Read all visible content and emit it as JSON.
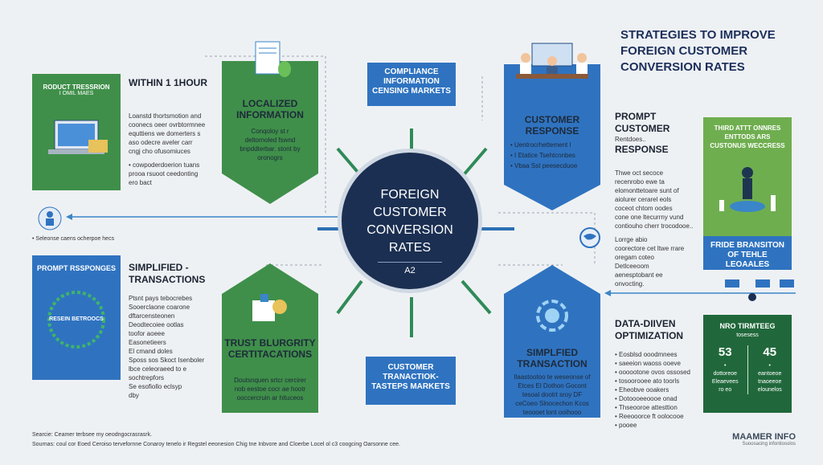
{
  "title": "STRATEGIES TO IMPROVE FOREIGN CUSTOMER CONVERSION RATES",
  "center": {
    "line1": "FOREIGN",
    "line2": "CUSTOMER",
    "line3": "CONVERSION",
    "line4": "RATES",
    "code": "A2"
  },
  "top_left_box": {
    "title": "RODUCT TRESSRION",
    "sub": "I OMIL MAES"
  },
  "within": {
    "title": "WITHIN 1 1HOUR",
    "lines": [
      "Loanstd thortsmotion and",
      "coonecs oeer ovrbtormnee",
      "equttiens we domerters s",
      "aso odecre aveler carr",
      "cngj cho ofusomiuces",
      "• cowpoderdoerion tuans",
      "prooa rsuoot ceedonting",
      "ero bact"
    ]
  },
  "localized": {
    "title": "LOCALIZED INFORMATION",
    "sub": "Conqoloy st r deltornoled fswnd bnpddterbar. stont by oronogrs"
  },
  "compliance": {
    "title": "COMPLIANCE INFORMATION CENSING MARKETS"
  },
  "customer_response": {
    "title": "CUSTOMER RESPONSE",
    "items": [
      "• Uentrocrhettement l",
      "• I Etatice Tsehtcnnbes",
      "• Vbaa Sst peesecduoe"
    ]
  },
  "prompt_right": {
    "title": "PROMPT CUSTOMER",
    "sub": "Rentdoes..",
    "title2": "RESPONSE",
    "lines": [
      "Thwe oct secoce",
      "recenrobo ewe ta",
      "elomonttetoare sunt of",
      "aiolurer cerarel eols",
      "coceot chtom oodes",
      "cone one ltecurrny vund",
      "contiouho cherr trocodooe..",
      "Lorrge abio",
      "coorectore cet ltwe rrare",
      "oregam coteo",
      "Detlceeoom",
      "aenesptobant ee",
      "onvocting."
    ]
  },
  "third_party": {
    "title": "THIRD ATTT ONNRES ENTTODS ARS CUSTONUS WECCRESS"
  },
  "free_transition": {
    "title": "FRIDE BRANSITON OF TEHLE LEOAALES"
  },
  "prompt_left": {
    "title": "PROMPT RSSPONGES",
    "sub": "RESEIN BETROOCS"
  },
  "simplified_left": {
    "title": "SIMPLIFIED - TRANSACTIONS",
    "items": [
      "Ptsnt pays tebocrebes",
      "Sooerclaone coarone",
      "dftarcensteonen",
      "Deodtecoiee ootlas",
      "toofor aoeee",
      "Easonetieers",
      "El cmand doles",
      "Sposs sos Skoct Isenboler",
      "lbce celeoraeed to e",
      "sochtrepfors",
      "Se esofiollo eclsyp",
      "dby"
    ]
  },
  "trust": {
    "title": "TRUST BLURGRITY CERTITACATIONS",
    "sub": "Doutsnquen srtcr cercirer nob eestoe cocr ae hootr ooccercruin ar hituceos"
  },
  "customer_transaction": {
    "title": "CUSTOMER TRANACTIOK- TASTEPS MARKETS"
  },
  "simplified_right": {
    "title": "SIMPLFIED TRANSACTION",
    "sub": "Ilaastootoo te weseonse of Etces El Dothon Gocont tesoal dootrt sroy DF ceCoeo Slnocechon Kcos teoooet lont ooihooo"
  },
  "data_driven": {
    "title": "DATA-DIIVEN OPTIMIZATION",
    "items": [
      "Eosblsd ooodmnees",
      "saeeion waoss ooeve",
      "oooootone ovos ossosed",
      "tosoorooee ato toorls",
      "Eheobve ooakers",
      "Dotoooeeoooe onad",
      "Thseooroe attesttion",
      "Reeooorce ft oolocooe",
      "pooee"
    ]
  },
  "non_terms": {
    "title": "NRO TIRMTEEG",
    "sub": "tosesess",
    "left_num": "53",
    "right_num": "45",
    "left_lines": [
      "•",
      "dottoreoe",
      "Eleaevees",
      "ro eo"
    ],
    "right_lines": [
      "•",
      "eantoeoe",
      "tnaoeeoe",
      "elounelos"
    ]
  },
  "left_circle_caption": "• Seleonse caens ocherpoe hecs",
  "sources": {
    "line1": "Searcie: Ceamer terbsee my oeodngocrasrasrk.",
    "line2": "Sournas: coul cor Eoed Ceroiso tervefornne Conaroy tenelo ir Regstel eeonesion Chig tne Inbvore and Cloerbe Locel ol c3 coogcing Oarsonne cee."
  },
  "brand": {
    "name": "MAAMER INFO",
    "sub": "Suoosacing infontiosolos"
  },
  "colors": {
    "green": "#3f8f4a",
    "blue": "#2f73c0",
    "navy": "#1b2f52",
    "dark_green": "#20683b"
  }
}
